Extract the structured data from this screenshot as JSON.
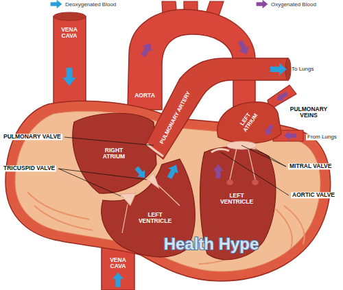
{
  "diagram": {
    "labels": [
      "VENA CAVA",
      "AORTA",
      "PULMONARY ARTERY",
      "To Lungs",
      "LEFT ATRIUM",
      "PULMONARY VEINS",
      "From Lungs",
      "PULMONARY VALVE",
      "RIGHT ATRIUM",
      "MITRAL VALVE",
      "TRICUSPID VALVE",
      "AORTIC VALVE",
      "LEFT VENTRICLE",
      "LEFT VENTRICLE",
      "Health Hype",
      "VENA CAVA"
    ],
    "legend": [
      {
        "text": "Deoxygenated Blood"
      },
      {
        "text": "Oxygenated Blood"
      }
    ]
  }
}
